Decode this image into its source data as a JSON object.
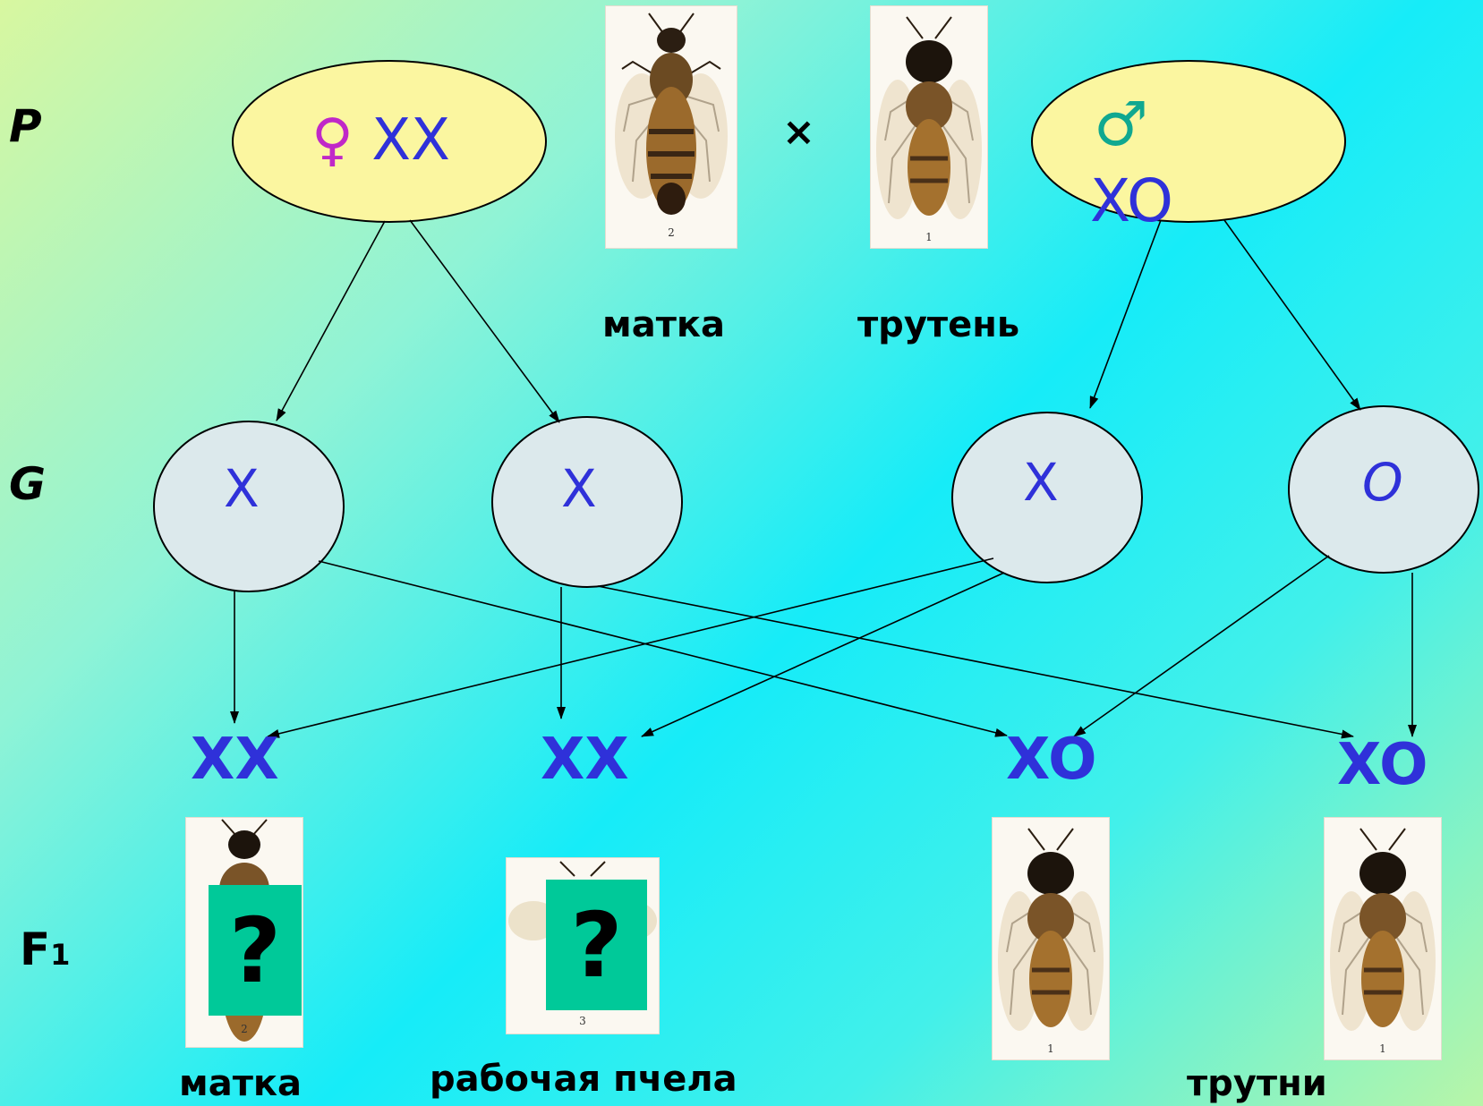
{
  "rows": {
    "parents": "P",
    "gametes": "G",
    "offspring_prefix": "F",
    "offspring_sub": "1"
  },
  "parents": {
    "female": {
      "symbol": "♀",
      "genotype": "XX"
    },
    "male": {
      "symbol": "♂",
      "genotype": "XO"
    },
    "cross": "×"
  },
  "gametes": [
    "X",
    "X",
    "X",
    "O"
  ],
  "offspring": [
    "XX",
    "XX",
    "XO",
    "XO"
  ],
  "captions": {
    "queen_parent": "матка",
    "drone_parent": "трутень",
    "queen_child": "матка",
    "worker_child": "рабочая пчела",
    "drones_children": "трутни"
  },
  "unknown_mark": "?",
  "photo_numbers": {
    "queen": "2",
    "drone": "1",
    "worker": "3"
  },
  "colors": {
    "female_symbol": "#c028c8",
    "male_symbol": "#10a890",
    "genotype_text": "#2f31d9",
    "parent_ellipse": "#fbf6a0",
    "gamete_ellipse": "#dce9ec",
    "question_box": "#00c999"
  }
}
